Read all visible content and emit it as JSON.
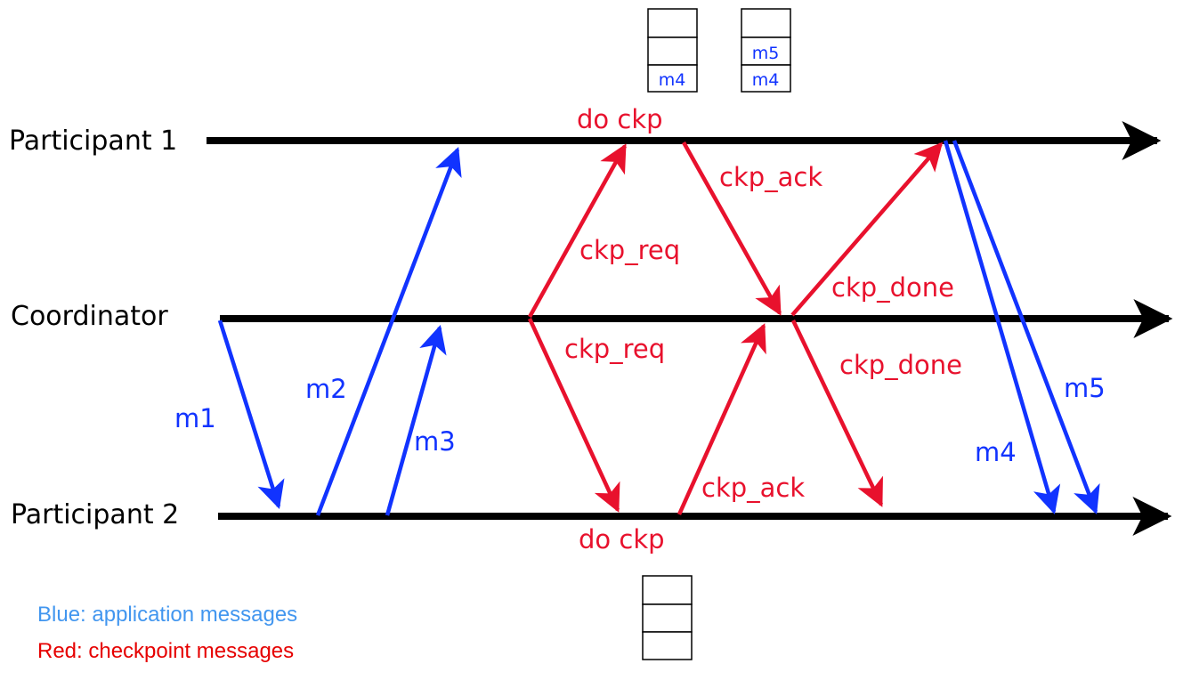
{
  "colors": {
    "application": "#1133ff",
    "checkpoint": "#e8112d",
    "timeline": "#000000",
    "legend_blue": "#4296ef",
    "legend_red": "#e60000"
  },
  "processes": {
    "participant1": "Participant 1",
    "coordinator": "Coordinator",
    "participant2": "Participant 2"
  },
  "messages": {
    "m1": "m1",
    "m2": "m2",
    "m3": "m3",
    "m4": "m4",
    "m5": "m5",
    "ckp_req_p1": "ckp_req",
    "ckp_req_p2": "ckp_req",
    "ckp_ack_p1": "ckp_ack",
    "ckp_ack_p2": "ckp_ack",
    "ckp_done_p1": "ckp_done",
    "ckp_done_p2": "ckp_done",
    "do_ckp_p1": "do ckp",
    "do_ckp_p2": "do ckp"
  },
  "checkpoint_logs": {
    "p1_first": [
      "",
      "",
      "m4"
    ],
    "p1_second": [
      "",
      "m5",
      "m4"
    ],
    "p2": [
      "",
      "",
      ""
    ]
  },
  "legend": {
    "blue": "Blue: application messages",
    "red": "Red: checkpoint messages"
  }
}
